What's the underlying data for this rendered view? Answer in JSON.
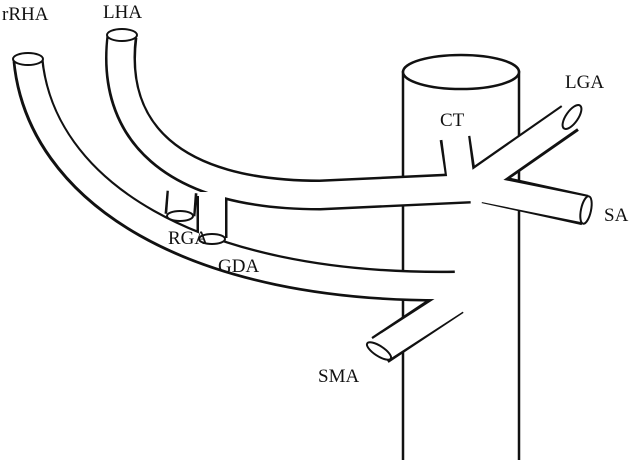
{
  "labels": {
    "rRHA": "rRHA",
    "LHA": "LHA",
    "LGA": "LGA",
    "CT": "CT",
    "SA": "SA",
    "RGA": "RGA",
    "GDA": "GDA",
    "SMA": "SMA"
  }
}
